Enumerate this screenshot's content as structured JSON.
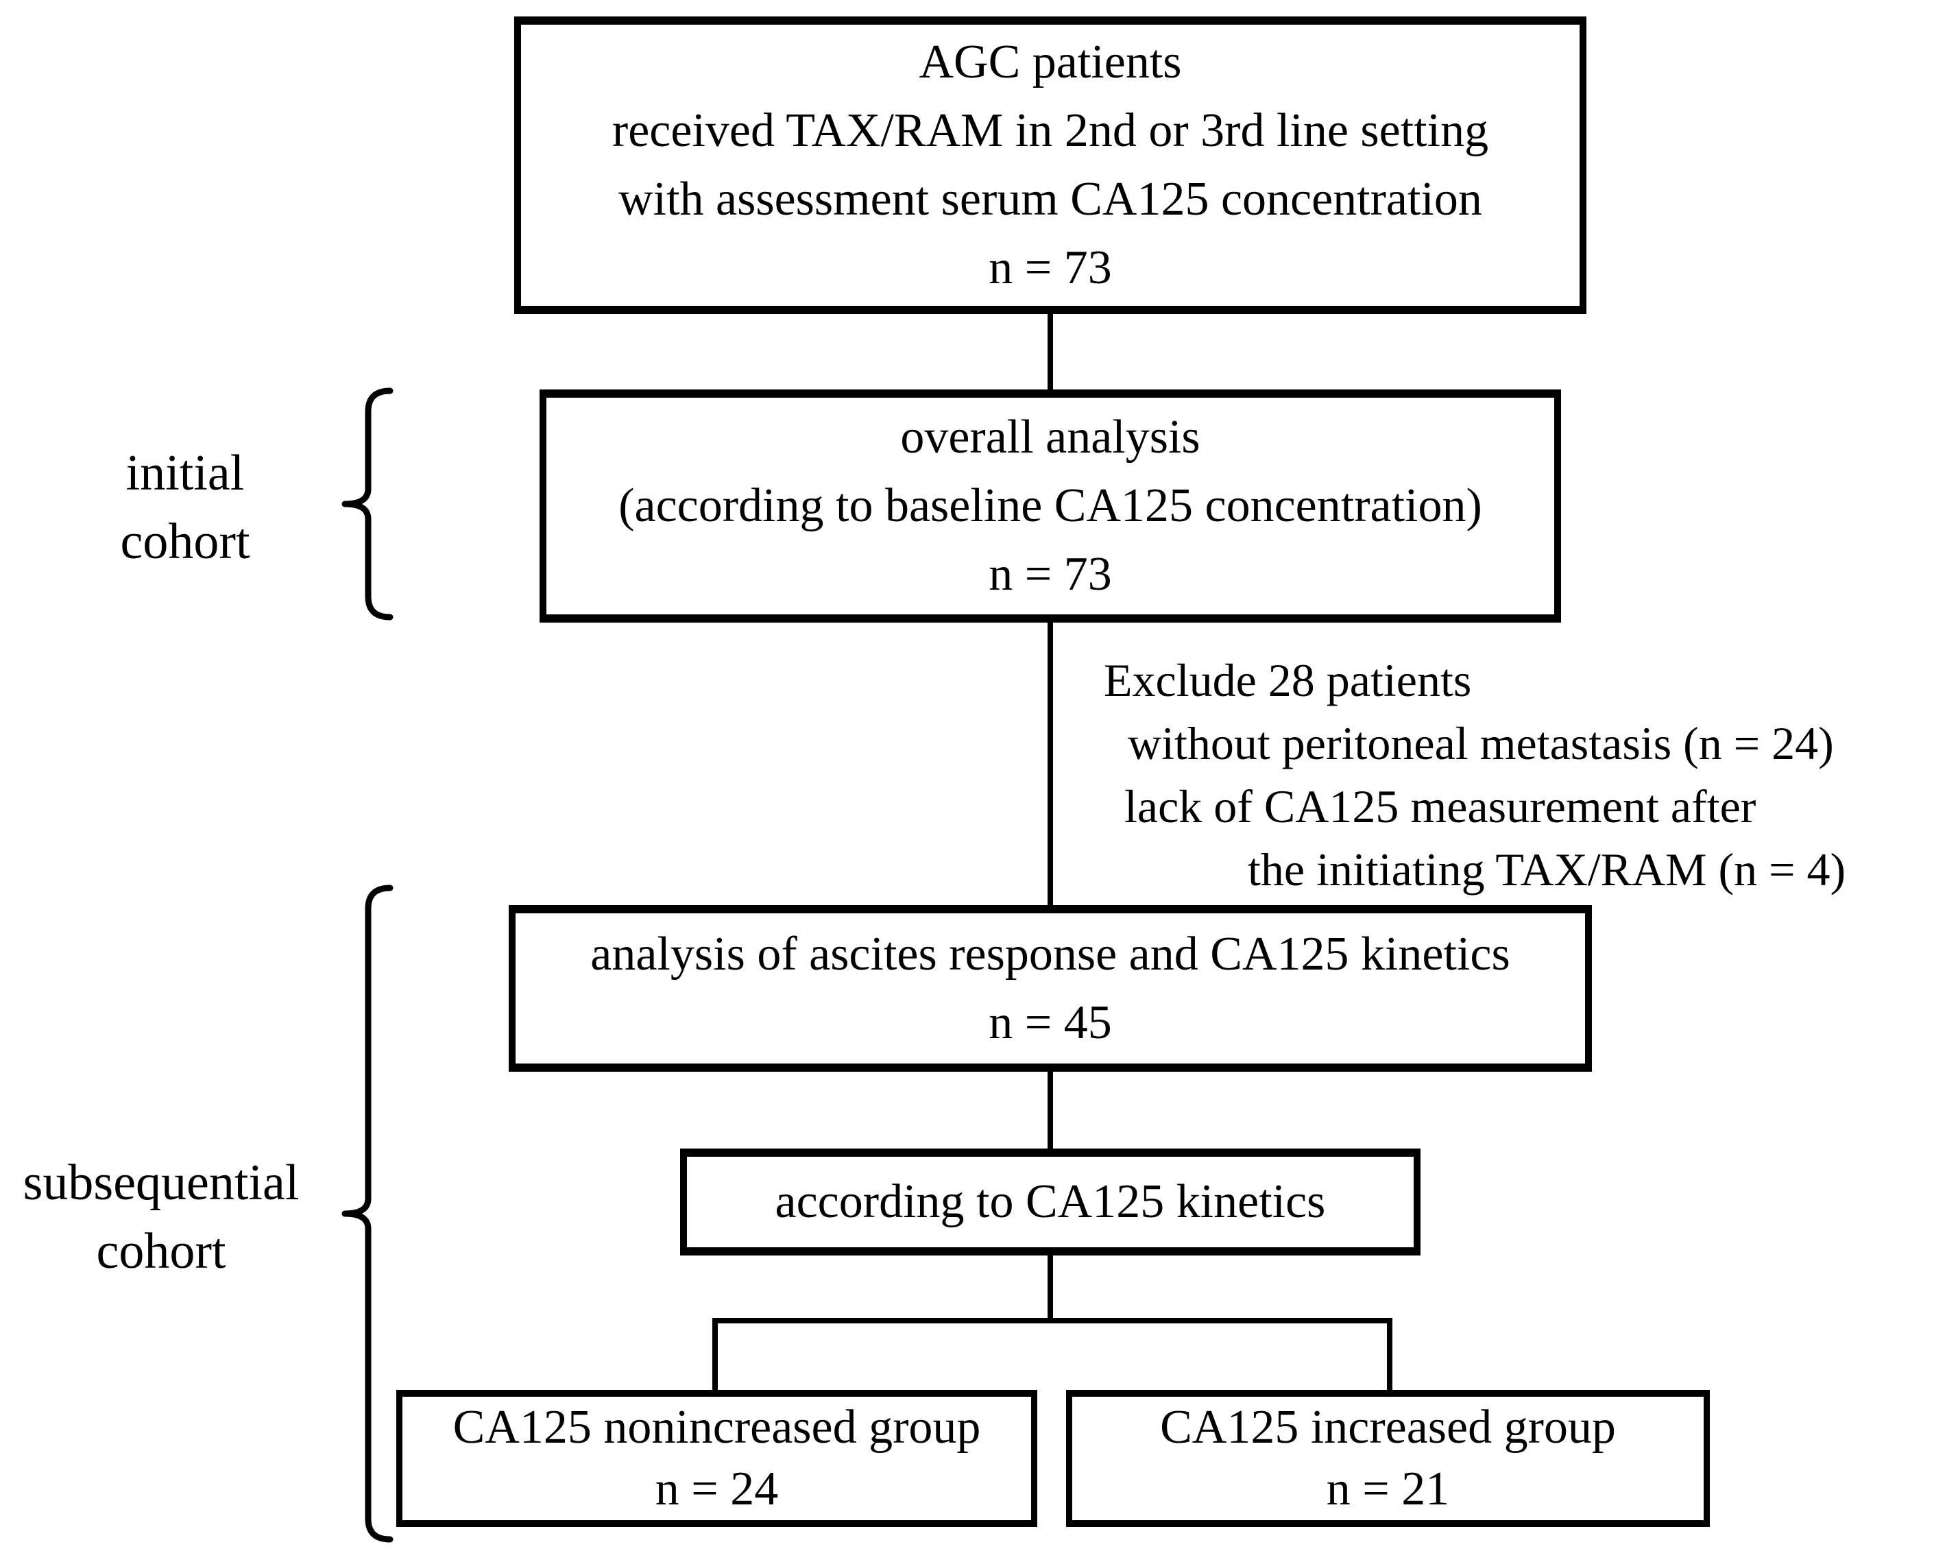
{
  "figure": {
    "background": "#ffffff",
    "line_color": "#000000",
    "text_color": "#000000",
    "boxes": {
      "enrollment": {
        "lines": [
          "AGC patients",
          "received TAX/RAM in 2nd or 3rd line setting",
          "with assessment serum CA125 concentration",
          "n = 73"
        ]
      },
      "overall_analysis": {
        "lines": [
          "overall analysis",
          "(according to baseline CA125 concentration)",
          "n = 73"
        ]
      },
      "ascites_analysis": {
        "lines": [
          "analysis of ascites response and CA125 kinetics",
          "n = 45"
        ]
      },
      "kinetics": {
        "lines": [
          "according to CA125 kinetics"
        ]
      },
      "nonincreased": {
        "lines": [
          "CA125 nonincreased group",
          "n = 24"
        ]
      },
      "increased": {
        "lines": [
          "CA125 increased group",
          "n = 21"
        ]
      }
    },
    "exclusion_note": {
      "lines": [
        "Exclude 28 patients",
        "without peritoneal metastasis (n = 24)",
        "lack of CA125 measurement after",
        "the initiating TAX/RAM (n = 4)"
      ]
    },
    "cohort_labels": {
      "initial": {
        "lines": [
          "initial",
          "cohort"
        ]
      },
      "subsequential": {
        "lines": [
          "subsequential",
          "cohort"
        ]
      }
    }
  }
}
